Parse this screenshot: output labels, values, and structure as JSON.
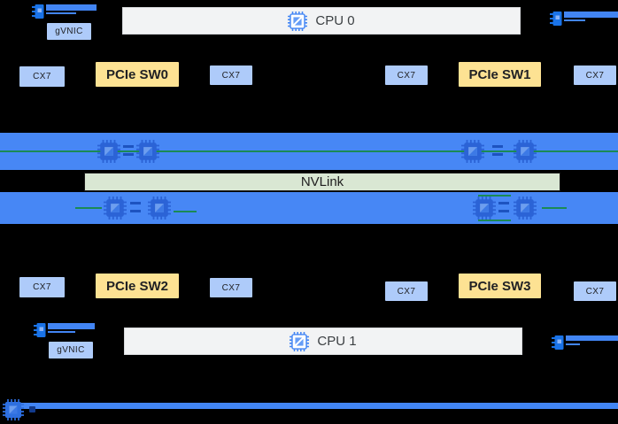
{
  "colors": {
    "background": "#000000",
    "band-blue": "#4787f5",
    "wire-blue": "#4285f4",
    "box-blue": "#aecbfa",
    "box-yellow": "#fde293",
    "nvlink-green": "#d9e7d3",
    "line-green": "#1b8a55",
    "eq-blue": "#1d53c0",
    "cpu-bg": "#f2f3f4",
    "cpu-border": "#d7d9dc",
    "ink": "#202124",
    "chip-blue": "#2b63d6",
    "icon-blue": "#1a73e8"
  },
  "header": {
    "gvnic": "gVNIC",
    "cpu": "CPU 0"
  },
  "footer": {
    "gvnic": "gVNIC",
    "cpu": "CPU 1"
  },
  "nvlink": {
    "label": "NVLink"
  },
  "switch_rows": {
    "top": [
      {
        "label": "CX7",
        "type": "nic"
      },
      {
        "label": "PCIe SW0",
        "type": "pcie-switch"
      },
      {
        "label": "CX7",
        "type": "nic"
      },
      {
        "label": "CX7",
        "type": "nic"
      },
      {
        "label": "PCIe SW1",
        "type": "pcie-switch"
      },
      {
        "label": "CX7",
        "type": "nic"
      }
    ],
    "bottom": [
      {
        "label": "CX7",
        "type": "nic"
      },
      {
        "label": "PCIe SW2",
        "type": "pcie-switch"
      },
      {
        "label": "CX7",
        "type": "nic"
      },
      {
        "label": "CX7",
        "type": "nic"
      },
      {
        "label": "PCIe SW3",
        "type": "pcie-switch"
      },
      {
        "label": "CX7",
        "type": "nic"
      }
    ]
  },
  "gpu_bands": {
    "top": {
      "gpu_count": 4
    },
    "bottom": {
      "gpu_count": 4
    }
  },
  "icons": {
    "cpu": "cpu-chip-icon",
    "gpu": "gpu-chip-icon",
    "nic": "network-interface-icon",
    "bottom_bus": "chip-icon"
  }
}
